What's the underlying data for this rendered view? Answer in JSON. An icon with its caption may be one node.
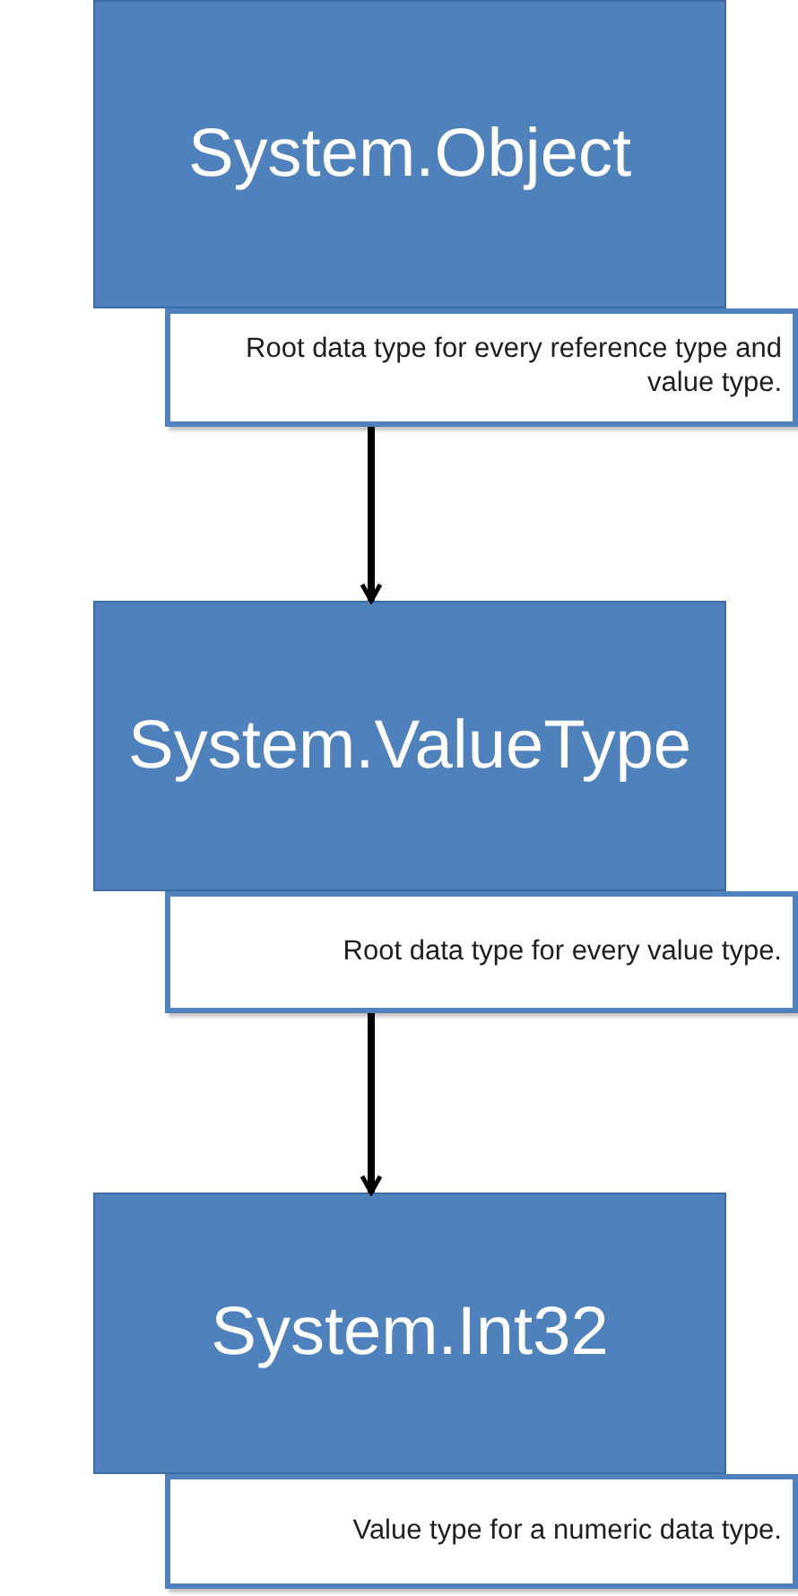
{
  "diagram": {
    "nodes": [
      {
        "text": [
          "System.Object"
        ]
      },
      {
        "text": [
          "Root data type for every reference type and value type."
        ]
      },
      {
        "text": [
          "System.ValueType"
        ]
      },
      {
        "text": [
          "Root data type for every value type."
        ]
      },
      {
        "text": [
          "System.Int32"
        ]
      },
      {
        "text": [
          "Value type for a numeric data type."
        ]
      }
    ],
    "edges": [
      {
        "from": 1,
        "to": 2,
        "arrow": "to"
      },
      {
        "from": 3,
        "to": 4,
        "arrow": "to"
      }
    ]
  }
}
